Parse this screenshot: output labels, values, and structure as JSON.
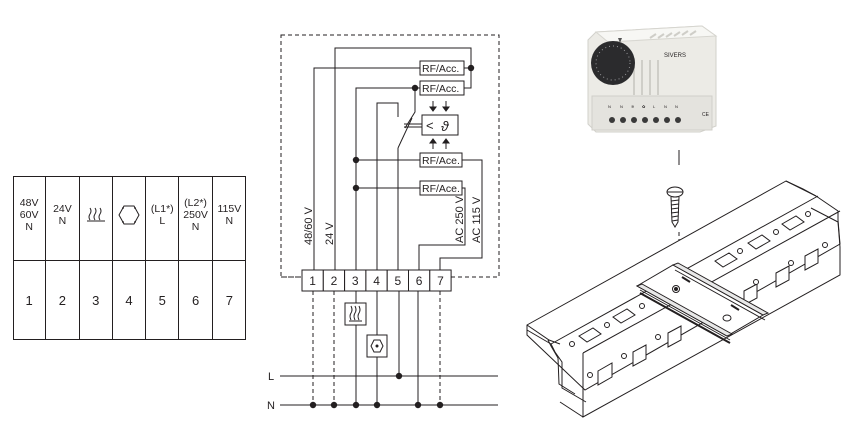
{
  "terminal_table": {
    "columns": [
      {
        "header_lines": [
          "48V",
          "60V",
          "N"
        ],
        "symbol": null,
        "number": "1"
      },
      {
        "header_lines": [
          "24V",
          "N"
        ],
        "symbol": null,
        "number": "2"
      },
      {
        "header_lines": [],
        "symbol": "heater-icon",
        "number": "3"
      },
      {
        "header_lines": [],
        "symbol": "fan-icon",
        "number": "4"
      },
      {
        "header_lines": [
          "(L1*)",
          "L"
        ],
        "symbol": null,
        "number": "5"
      },
      {
        "header_lines": [
          "(L2*)",
          "250V",
          "N"
        ],
        "symbol": null,
        "number": "6"
      },
      {
        "header_lines": [
          "115V",
          "N"
        ],
        "symbol": null,
        "number": "7"
      }
    ]
  },
  "schematic": {
    "relays": [
      "RF/Acc.",
      "RF/Acc.",
      "RF/Ace.",
      "RF/Ace."
    ],
    "sensor_symbols": [
      "<",
      "ϑ"
    ],
    "voltage_labels": {
      "v48_60": "48/60  V",
      "v24": "24 V",
      "ac250": "AC 250  V",
      "ac115": "AC 115  V"
    },
    "terminals": [
      "1",
      "2",
      "3",
      "4",
      "5",
      "6",
      "7"
    ],
    "lines": {
      "L": "L",
      "N": "N"
    },
    "loads": [
      "heater-icon",
      "fan-icon"
    ]
  },
  "product": {
    "brand": "SIVERS",
    "dial_scale": "temperature dial",
    "terminal_labels": [
      "48/60V N",
      "24V N",
      "heater",
      "fan",
      "(L1) L",
      "(L2) 250V N",
      "115V N"
    ],
    "mark": "CE"
  },
  "mounting": {
    "parts": [
      "screw",
      "DIN rail",
      "mounting channel"
    ]
  }
}
